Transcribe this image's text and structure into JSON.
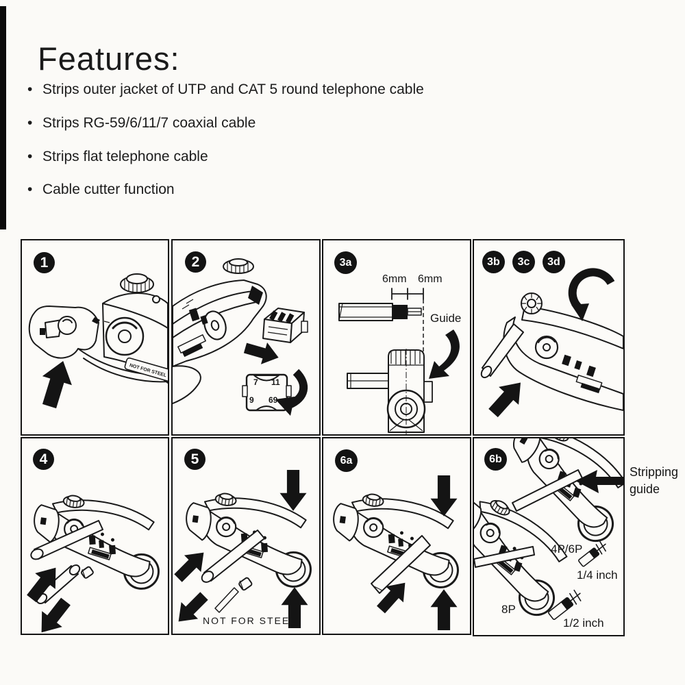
{
  "page": {
    "background": "#fbfaf7",
    "ink": "#161616"
  },
  "features": {
    "title": "Features:",
    "bullet": "•",
    "items": [
      "Strips outer jacket of UTP and CAT 5 round telephone cable",
      "Strips RG-59/6/11/7 coaxial cable",
      "Strips flat telephone cable",
      "Cable cutter function"
    ]
  },
  "steps": {
    "s1": {
      "badge": "1",
      "tool_label": "NOT FOR STEEL"
    },
    "s2": {
      "badge": "2",
      "cartridge": {
        "top_left": "7",
        "top_right": "11",
        "bottom_left": "9",
        "bottom_right": "69"
      }
    },
    "s3a": {
      "badge": "3a",
      "measure_left": "6mm",
      "measure_right": "6mm",
      "guide_label": "Guide"
    },
    "s3bcd": {
      "badge_b": "3b",
      "badge_c": "3c",
      "badge_d": "3d"
    },
    "s4": {
      "badge": "4"
    },
    "s5": {
      "badge": "5",
      "caption": "NOT FOR STEEL"
    },
    "s6a": {
      "badge": "6a"
    },
    "s6b": {
      "badge": "6b",
      "connector_small": "4P/6P",
      "strip_small": "1/4 inch",
      "connector_large": "8P",
      "strip_large": "1/2 inch"
    }
  },
  "annotations": {
    "stripping_guide_line1": "Stripping",
    "stripping_guide_line2": "guide"
  }
}
